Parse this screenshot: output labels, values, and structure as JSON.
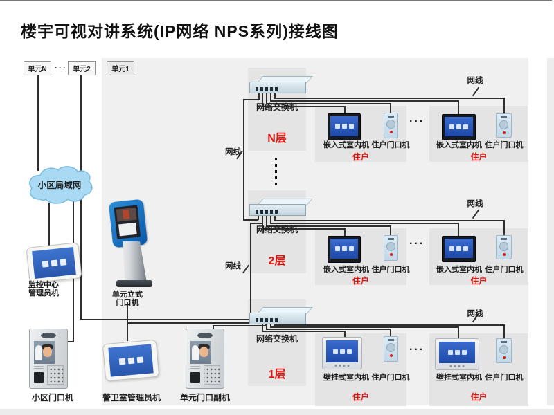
{
  "title": "楼宇可视对讲系统(IP网络 NPS系列)接线图",
  "top_units": {
    "unit_n": "单元N",
    "ellipsis": "···",
    "unit_2": "单元2",
    "unit_1": "单元1"
  },
  "cloud_label": "小区局域网",
  "cable_label": "网线",
  "group_ellipsis": "···",
  "left": {
    "monitor_admin_l1": "监控中心",
    "monitor_admin_l2": "管理员机",
    "kiosk_l1": "单元立式",
    "kiosk_l2": "门口机",
    "community_door": "小区门口机",
    "guard_admin": "警卫室管理员机",
    "unit_door_sub": "单元门口副机"
  },
  "floors": [
    {
      "switch": "网络交换机",
      "floor": "N层",
      "indoor": "嵌入式室内机",
      "door": "住户门口机",
      "resident": "住户"
    },
    {
      "switch": "网络交换机",
      "floor": "2层",
      "indoor": "嵌入式室内机",
      "door": "住户门口机",
      "resident": "住户"
    },
    {
      "switch": "网络交换机",
      "floor": "1层",
      "indoor": "壁挂式室内机",
      "door": "住户门口机",
      "resident": "住户"
    }
  ],
  "colors": {
    "accent_red": "#e1150f",
    "cloud_fill": "#a9d9f3",
    "cloud_stroke": "#79bcdf",
    "line": "#2e2e2e",
    "panel": "#f0f0f0"
  }
}
